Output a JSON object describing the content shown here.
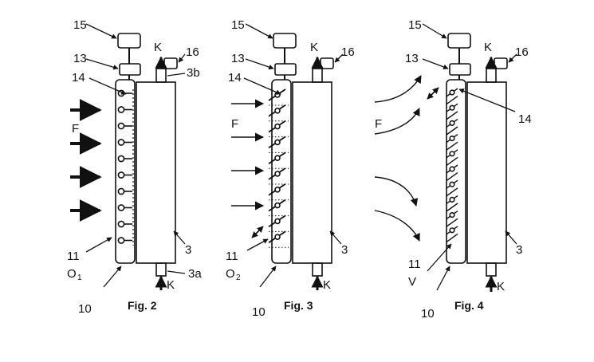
{
  "figures": [
    {
      "caption": "Fig. 2",
      "labels": {
        "n15": "15",
        "n13": "13",
        "n16": "16",
        "n14": "14",
        "n3b": "3b",
        "k_top": "K",
        "k_bottom": "K",
        "flow": "F",
        "n11": "11",
        "opening": "O",
        "opening_sub": "1",
        "n3": "3",
        "n3a": "3a",
        "n10": "10"
      }
    },
    {
      "caption": "Fig. 3",
      "labels": {
        "n15": "15",
        "n13": "13",
        "n16": "16",
        "n14": "14",
        "k_top": "K",
        "k_bottom": "K",
        "flow": "F",
        "n11": "11",
        "opening": "O",
        "opening_sub": "2",
        "n3": "3",
        "n10": "10"
      }
    },
    {
      "caption": "Fig. 4",
      "labels": {
        "n15": "15",
        "n13": "13",
        "n16": "16",
        "n14": "14",
        "k_top": "K",
        "k_bottom": "K",
        "flow": "F",
        "n11": "11",
        "valve": "V",
        "n3": "3",
        "n10": "10"
      }
    }
  ],
  "colors": {
    "ink": "#111111",
    "background": "#ffffff"
  }
}
